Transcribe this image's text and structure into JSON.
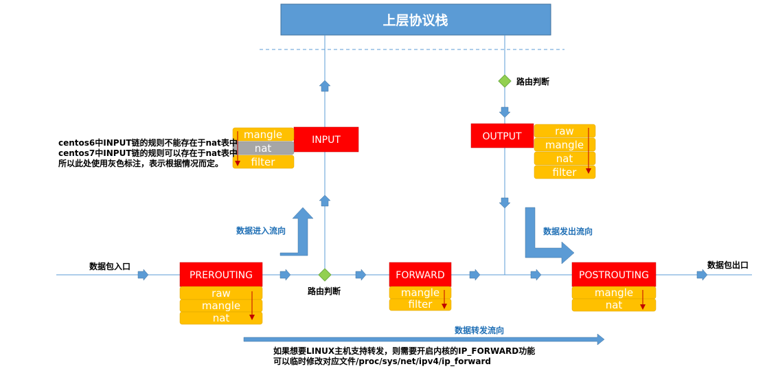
{
  "top": {
    "title": "上层协议栈"
  },
  "chains": {
    "input": "INPUT",
    "output": "OUTPUT",
    "prerouting": "PREROUTING",
    "forward": "FORWARD",
    "postrouting": "POSTROUTING"
  },
  "tables": {
    "input": [
      "mangle",
      "nat",
      "filter"
    ],
    "output": [
      "raw",
      "mangle",
      "nat",
      "filter"
    ],
    "prerouting": [
      "raw",
      "mangle",
      "nat"
    ],
    "forward": [
      "mangle",
      "filter"
    ],
    "postrouting": [
      "mangle",
      "nat"
    ]
  },
  "labels": {
    "routing_top": "路由判断",
    "routing_bottom": "路由判断",
    "ingress": "数据包入口",
    "egress": "数据包出口",
    "inbound_flow": "数据进入流向",
    "outbound_flow": "数据发出流向",
    "forward_flow": "数据转发流向"
  },
  "notes": {
    "centos": [
      "centos6中INPUT链的规则不能存在于nat表中",
      "centos7中INPUT链的规则可以存在于nat表中",
      "所以此处使用灰色标注，表示根据情况而定。"
    ],
    "forwarding": [
      "如果想要LINUX主机支持转发，则需要开启内核的IP_FORWARD功能",
      "可以临时修改对应文件/proc/sys/net/ipv4/ip_forward"
    ]
  },
  "colors": {
    "blue_box": "#5B9BD5",
    "chain_red": "#FF0000",
    "table_gold": "#FFC000",
    "table_gray": "#A6A6A6",
    "diamond_green": "#92D050",
    "flow_label": "#1F6FB5"
  }
}
